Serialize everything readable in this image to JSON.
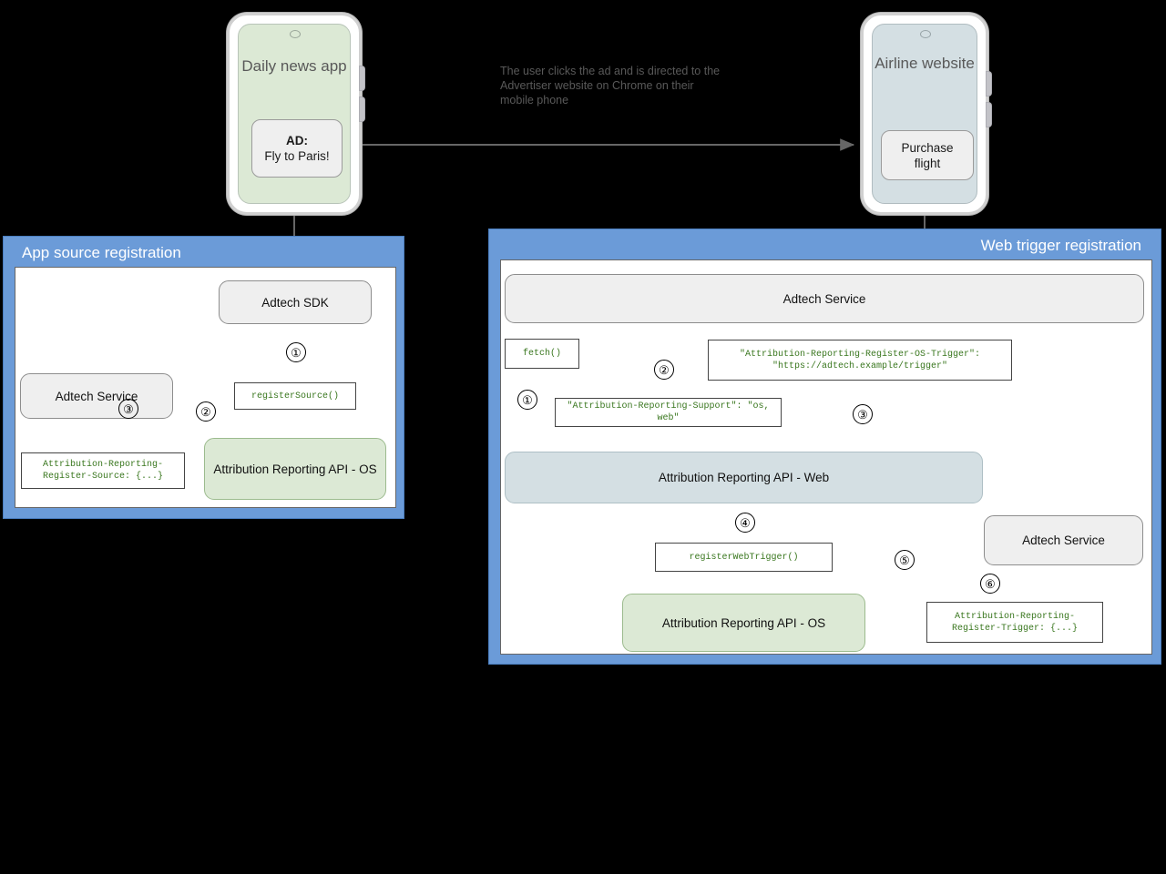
{
  "diagram": {
    "caption": "The user clicks the ad and is directed to the Advertiser website on Chrome on their mobile phone"
  },
  "phones": {
    "app": {
      "title": "Daily news app",
      "ad_label": "AD:",
      "ad_text": "Fly to Paris!"
    },
    "web": {
      "title": "Airline website",
      "button_line1": "Purchase",
      "button_line2": "flight"
    }
  },
  "panels": {
    "left": {
      "title": "App source registration",
      "nodes": {
        "sdk": "Adtech SDK",
        "adtech_service": "Adtech Service",
        "register_source": "registerSource()",
        "api_os": "Attribution Reporting API - OS",
        "code_register_source": "Attribution-Reporting-Register-Source: {...}"
      },
      "steps": [
        "①",
        "②",
        "③"
      ]
    },
    "right": {
      "title": "Web trigger registration",
      "nodes": {
        "adtech_service_top": "Adtech Service",
        "fetch": "fetch()",
        "code_os_trigger": "\"Attribution-Reporting-Register-OS-Trigger\":\n\"https://adtech.example/trigger\"",
        "code_support": "\"Attribution-Reporting-Support\": \"os, web\"",
        "api_web": "Attribution Reporting API - Web",
        "register_web_trigger": "registerWebTrigger()",
        "api_os": "Attribution Reporting API - OS",
        "adtech_service_bottom": "Adtech Service",
        "code_register_trigger": "Attribution-Reporting-\nRegister-Trigger: {...}"
      },
      "steps": [
        "①",
        "②",
        "③",
        "④",
        "⑤",
        "⑥"
      ]
    }
  },
  "colors": {
    "panel_blue": "#6b9bd8",
    "node_gray": "#efefef",
    "node_green": "#dce9d5",
    "node_blue": "#d4dfe3",
    "code_text": "#38761d",
    "arrow": "#666666"
  }
}
